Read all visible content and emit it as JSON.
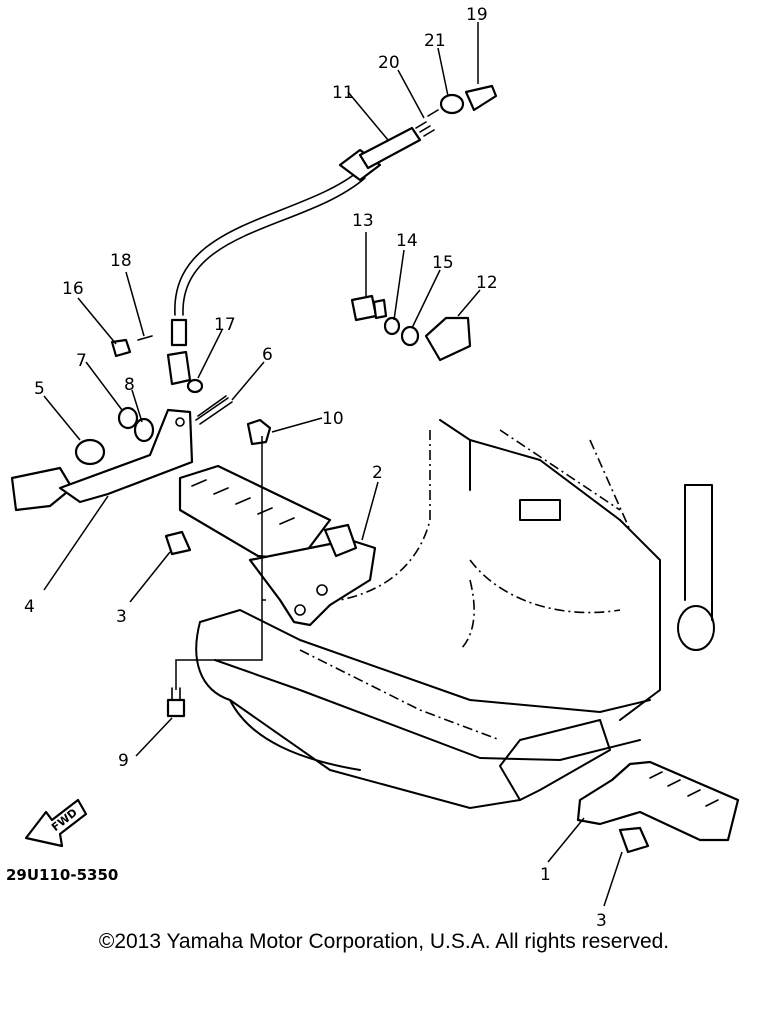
{
  "diagram": {
    "callouts": {
      "c1": "1",
      "c2": "2",
      "c3a": "3",
      "c3b": "3",
      "c4": "4",
      "c5": "5",
      "c6": "6",
      "c7": "7",
      "c8": "8",
      "c9": "9",
      "c10": "10",
      "c11": "11",
      "c12": "12",
      "c13": "13",
      "c14": "14",
      "c15": "15",
      "c16": "16",
      "c17": "17",
      "c18": "18",
      "c19": "19",
      "c20": "20",
      "c21": "21"
    },
    "arrow_label": "FWD",
    "diagram_code": "29U110-5350"
  },
  "footer": {
    "copyright": "©2013 Yamaha Motor Corporation, U.S.A. All rights reserved."
  }
}
